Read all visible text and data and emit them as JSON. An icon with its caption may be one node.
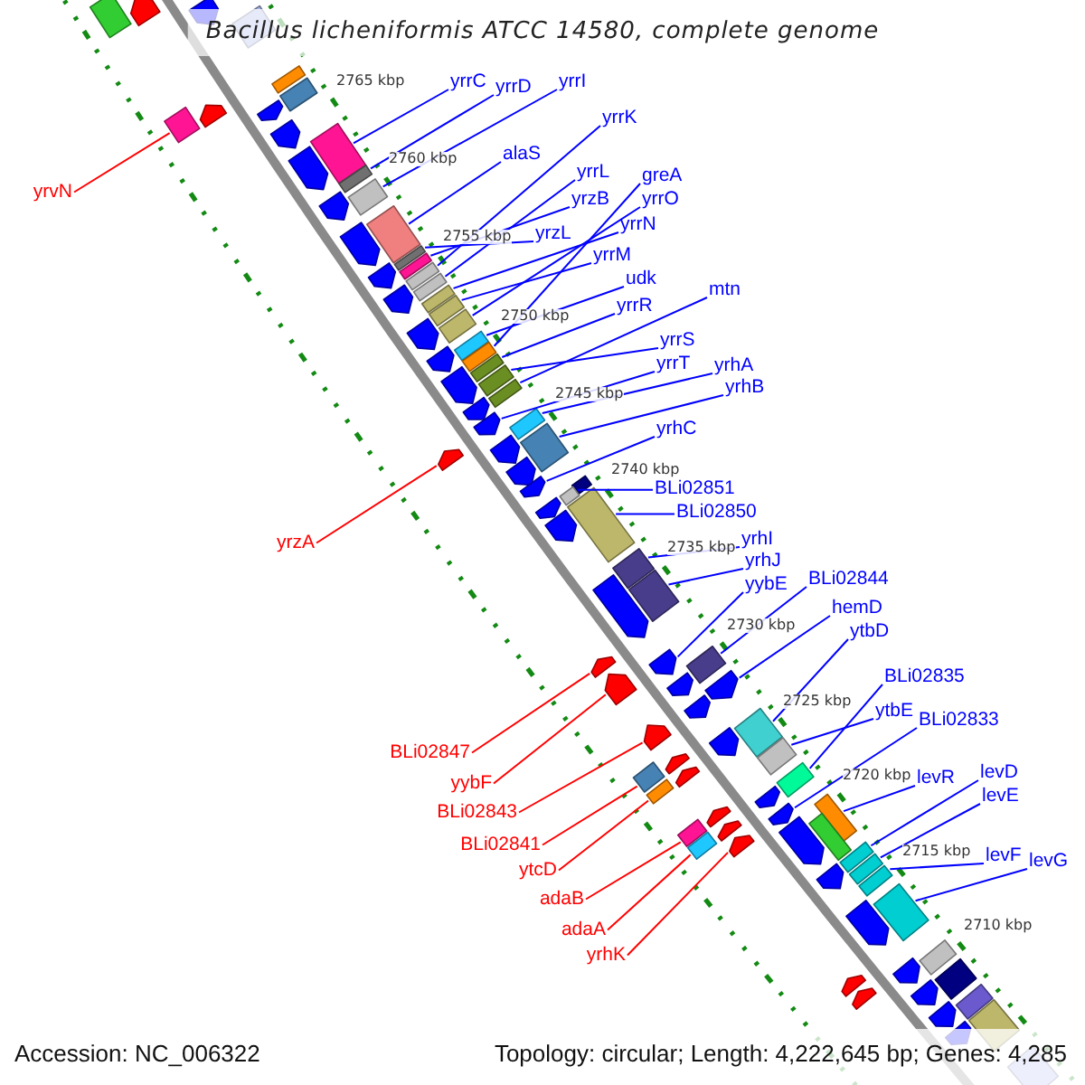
{
  "diagram": {
    "title": "Bacillus licheniformis ATCC 14580, complete genome",
    "nodes": [
      {
        "text": [
          "yrrC"
        ]
      },
      {
        "text": [
          "yrrD"
        ]
      },
      {
        "text": [
          "yrrI"
        ]
      },
      {
        "text": [
          "yrrK"
        ]
      },
      {
        "text": [
          "alaS"
        ]
      },
      {
        "text": [
          "yrzB"
        ]
      },
      {
        "text": [
          "yrzL"
        ]
      },
      {
        "text": [
          "yrrL"
        ]
      },
      {
        "text": [
          "yrrN"
        ]
      },
      {
        "text": [
          "yrvN"
        ]
      },
      {
        "text": [
          "yrrM"
        ]
      },
      {
        "text": [
          "yrrO"
        ]
      },
      {
        "text": [
          "udk"
        ]
      },
      {
        "text": [
          "greA"
        ]
      },
      {
        "text": [
          "yrrR"
        ]
      },
      {
        "text": [
          "yrrS"
        ]
      },
      {
        "text": [
          "mtn"
        ]
      },
      {
        "text": [
          "yrrT"
        ]
      },
      {
        "text": [
          "yrhA"
        ]
      },
      {
        "text": [
          "yrhB"
        ]
      },
      {
        "text": [
          "yrhC"
        ]
      },
      {
        "text": [
          "BLi02851"
        ]
      },
      {
        "text": [
          "BLi02850"
        ]
      },
      {
        "text": [
          "yrhI"
        ]
      },
      {
        "text": [
          "yrhJ"
        ]
      },
      {
        "text": [
          "yrzA"
        ]
      },
      {
        "text": [
          "yybE"
        ]
      },
      {
        "text": [
          "BLi02844"
        ]
      },
      {
        "text": [
          "hemD"
        ]
      },
      {
        "text": [
          "ytbD"
        ]
      },
      {
        "text": [
          "ytbE"
        ]
      },
      {
        "text": [
          "BLi02835"
        ]
      },
      {
        "text": [
          "BLi02833"
        ]
      },
      {
        "text": [
          "levR"
        ]
      },
      {
        "text": [
          "BLi02847"
        ]
      },
      {
        "text": [
          "levD"
        ]
      },
      {
        "text": [
          "yybF"
        ]
      },
      {
        "text": [
          "levE"
        ]
      },
      {
        "text": [
          "BLi02843"
        ]
      },
      {
        "text": [
          "levF"
        ]
      },
      {
        "text": [
          "BLi02841"
        ]
      },
      {
        "text": [
          "levG"
        ]
      },
      {
        "text": [
          "ytcD"
        ]
      },
      {
        "text": [
          "adaB"
        ]
      },
      {
        "text": [
          "adaA"
        ]
      },
      {
        "text": [
          "yrhK"
        ]
      },
      {
        "text": [],
        "shape": "box"
      },
      {
        "text": [],
        "shape": "pentagon"
      },
      {
        "text": [],
        "shape": "pentagon"
      },
      {
        "text": [],
        "shape": "box"
      },
      {
        "text": [],
        "shape": "box"
      },
      {
        "text": [],
        "shape": "box"
      },
      {
        "text": [],
        "shape": "pentagon"
      },
      {
        "text": [],
        "shape": "pentagon"
      },
      {
        "text": [],
        "shape": "box"
      },
      {
        "text": [],
        "shape": "pentagon"
      },
      {
        "text": [],
        "shape": "box"
      },
      {
        "text": [],
        "shape": "pentagon"
      },
      {
        "text": [],
        "shape": "box"
      },
      {
        "text": [],
        "shape": "box"
      },
      {
        "text": [],
        "shape": "pentagon"
      },
      {
        "text": [],
        "shape": "box"
      },
      {
        "text": [],
        "shape": "pentagon"
      },
      {
        "text": [],
        "shape": "box"
      },
      {
        "text": [],
        "shape": "box"
      },
      {
        "text": [],
        "shape": "box"
      },
      {
        "text": [],
        "shape": "pentagon"
      },
      {
        "text": [],
        "shape": "box"
      },
      {
        "text": [],
        "shape": "box"
      },
      {
        "text": [],
        "shape": "pentagon"
      },
      {
        "text": [],
        "shape": "box"
      },
      {
        "text": [],
        "shape": "box"
      },
      {
        "text": [],
        "shape": "pentagon"
      },
      {
        "text": [],
        "shape": "box"
      },
      {
        "text": [],
        "shape": "box"
      },
      {
        "text": [],
        "shape": "pentagon"
      },
      {
        "text": [],
        "shape": "box"
      },
      {
        "text": [],
        "shape": "box"
      },
      {
        "text": [],
        "shape": "pentagon"
      },
      {
        "text": [],
        "shape": "box"
      },
      {
        "text": [],
        "shape": "pentagon"
      },
      {
        "text": [],
        "shape": "pentagon"
      },
      {
        "text": [],
        "shape": "box"
      },
      {
        "text": [],
        "shape": "box"
      },
      {
        "text": [],
        "shape": "pentagon"
      },
      {
        "text": [],
        "shape": "pentagon"
      },
      {
        "text": [],
        "shape": "pentagon"
      },
      {
        "text": [],
        "shape": "box"
      },
      {
        "text": [],
        "shape": "pentagon"
      },
      {
        "text": [],
        "shape": "box"
      },
      {
        "text": [],
        "shape": "pentagon"
      },
      {
        "text": [],
        "shape": "pentagon"
      },
      {
        "text": [],
        "shape": "box"
      },
      {
        "text": [],
        "shape": "box"
      },
      {
        "text": [],
        "shape": "box"
      },
      {
        "text": [],
        "shape": "pentagon"
      },
      {
        "text": [],
        "shape": "pentagon"
      },
      {
        "text": [],
        "shape": "pentagon"
      },
      {
        "text": [],
        "shape": "box"
      },
      {
        "text": [],
        "shape": "pentagon"
      },
      {
        "text": [],
        "shape": "pentagon"
      },
      {
        "text": [],
        "shape": "pentagon"
      },
      {
        "text": [],
        "shape": "pentagon"
      },
      {
        "text": [],
        "shape": "pentagon"
      },
      {
        "text": [],
        "shape": "box"
      },
      {
        "text": [],
        "shape": "pentagon"
      },
      {
        "text": [],
        "shape": "box"
      },
      {
        "text": [],
        "shape": "pentagon"
      },
      {
        "text": [],
        "shape": "pentagon"
      },
      {
        "text": [],
        "shape": "box"
      },
      {
        "text": [],
        "shape": "box"
      },
      {
        "text": [],
        "shape": "box"
      },
      {
        "text": [],
        "shape": "pentagon"
      },
      {
        "text": [],
        "shape": "pentagon"
      },
      {
        "text": [],
        "shape": "pentagon"
      },
      {
        "text": [],
        "shape": "box"
      },
      {
        "text": [],
        "shape": "pentagon"
      },
      {
        "text": [],
        "shape": "box"
      },
      {
        "text": [],
        "shape": "box"
      },
      {
        "text": [],
        "shape": "box"
      },
      {
        "text": [],
        "shape": "pentagon"
      },
      {
        "text": [],
        "shape": "pentagon"
      },
      {
        "text": [],
        "shape": "box"
      },
      {
        "text": [],
        "shape": "box"
      },
      {
        "text": [],
        "shape": "pentagon"
      },
      {
        "text": [],
        "shape": "box"
      },
      {
        "text": [],
        "shape": "box"
      },
      {
        "text": [],
        "shape": "pentagon"
      },
      {
        "text": [],
        "shape": "box"
      },
      {
        "text": [],
        "shape": "pentagon"
      },
      {
        "text": [],
        "shape": "pentagon"
      },
      {
        "text": [],
        "shape": "box"
      },
      {
        "text": [],
        "shape": "pentagon"
      },
      {
        "text": [],
        "shape": "pentagon"
      },
      {
        "text": [],
        "shape": "box"
      },
      {
        "text": [],
        "shape": "pentagon"
      },
      {
        "text": [],
        "shape": "box"
      },
      {
        "text": [],
        "shape": "pentagon"
      },
      {
        "text": [],
        "shape": "box"
      }
    ],
    "edges": [
      {
        "from": 0,
        "to": 56,
        "arrow": "none"
      },
      {
        "from": 1,
        "to": 58,
        "arrow": "none"
      },
      {
        "from": 2,
        "to": 59,
        "arrow": "none"
      },
      {
        "from": 3,
        "to": 65,
        "arrow": "none"
      },
      {
        "from": 4,
        "to": 61,
        "arrow": "none"
      },
      {
        "from": 5,
        "to": 64,
        "arrow": "none"
      },
      {
        "from": 6,
        "to": 63,
        "arrow": "none"
      },
      {
        "from": 7,
        "to": 67,
        "arrow": "none"
      },
      {
        "from": 8,
        "to": 68,
        "arrow": "none"
      },
      {
        "from": 9,
        "to": 54,
        "arrow": "none",
        "color": "#ff0000"
      },
      {
        "from": 10,
        "to": 70,
        "arrow": "none"
      },
      {
        "from": 11,
        "to": 71,
        "arrow": "none"
      },
      {
        "from": 12,
        "to": 73,
        "arrow": "none"
      },
      {
        "from": 13,
        "to": 74,
        "arrow": "none"
      },
      {
        "from": 14,
        "to": 76,
        "arrow": "none"
      },
      {
        "from": 15,
        "to": 77,
        "arrow": "none"
      },
      {
        "from": 16,
        "to": 79,
        "arrow": "none"
      },
      {
        "from": 17,
        "to": 81,
        "arrow": "none"
      },
      {
        "from": 18,
        "to": 82,
        "arrow": "none"
      },
      {
        "from": 19,
        "to": 83,
        "arrow": "none"
      },
      {
        "from": 20,
        "to": 88,
        "arrow": "none"
      },
      {
        "from": 21,
        "to": 89,
        "arrow": "none"
      },
      {
        "from": 22,
        "to": 92,
        "arrow": "none"
      },
      {
        "from": 23,
        "to": 93,
        "arrow": "none"
      },
      {
        "from": 24,
        "to": 94,
        "arrow": "none"
      },
      {
        "from": 25,
        "to": 85,
        "arrow": "none",
        "color": "#ff0000"
      },
      {
        "from": 26,
        "to": 97,
        "arrow": "none"
      },
      {
        "from": 27,
        "to": 98,
        "arrow": "none"
      },
      {
        "from": 28,
        "to": 101,
        "arrow": "none"
      },
      {
        "from": 29,
        "to": 104,
        "arrow": "none"
      },
      {
        "from": 30,
        "to": 106,
        "arrow": "none"
      },
      {
        "from": 31,
        "to": 110,
        "arrow": "none"
      },
      {
        "from": 32,
        "to": 114,
        "arrow": "none"
      },
      {
        "from": 33,
        "to": 115,
        "arrow": "none"
      },
      {
        "from": 34,
        "to": 96,
        "arrow": "none",
        "color": "#ff0000"
      },
      {
        "from": 35,
        "to": 122,
        "arrow": "none"
      },
      {
        "from": 36,
        "to": 99,
        "arrow": "none",
        "color": "#ff0000"
      },
      {
        "from": 37,
        "to": 123,
        "arrow": "none"
      },
      {
        "from": 38,
        "to": 103,
        "arrow": "none",
        "color": "#ff0000"
      },
      {
        "from": 39,
        "to": 125,
        "arrow": "none"
      },
      {
        "from": 40,
        "to": 109,
        "arrow": "none",
        "color": "#ff0000"
      },
      {
        "from": 41,
        "to": 126,
        "arrow": "none"
      },
      {
        "from": 42,
        "to": 111,
        "arrow": "none",
        "color": "#ff0000"
      },
      {
        "from": 43,
        "to": 117,
        "arrow": "none",
        "color": "#ff0000"
      },
      {
        "from": 44,
        "to": 119,
        "arrow": "none",
        "color": "#ff0000"
      },
      {
        "from": 45,
        "to": 120,
        "arrow": "none",
        "color": "#ff0000"
      }
    ],
    "labels": [
      "2765 kbp",
      "2760 kbp",
      "2755 kbp",
      "2750 kbp",
      "2745 kbp",
      "2740 kbp",
      "2735 kbp",
      "2730 kbp",
      "2725 kbp",
      "2720 kbp",
      "2715 kbp",
      "2710 kbp",
      "Accession: NC_006322",
      "Topology: circular; Length: 4,222,645 bp; Genes: 4,285"
    ]
  }
}
